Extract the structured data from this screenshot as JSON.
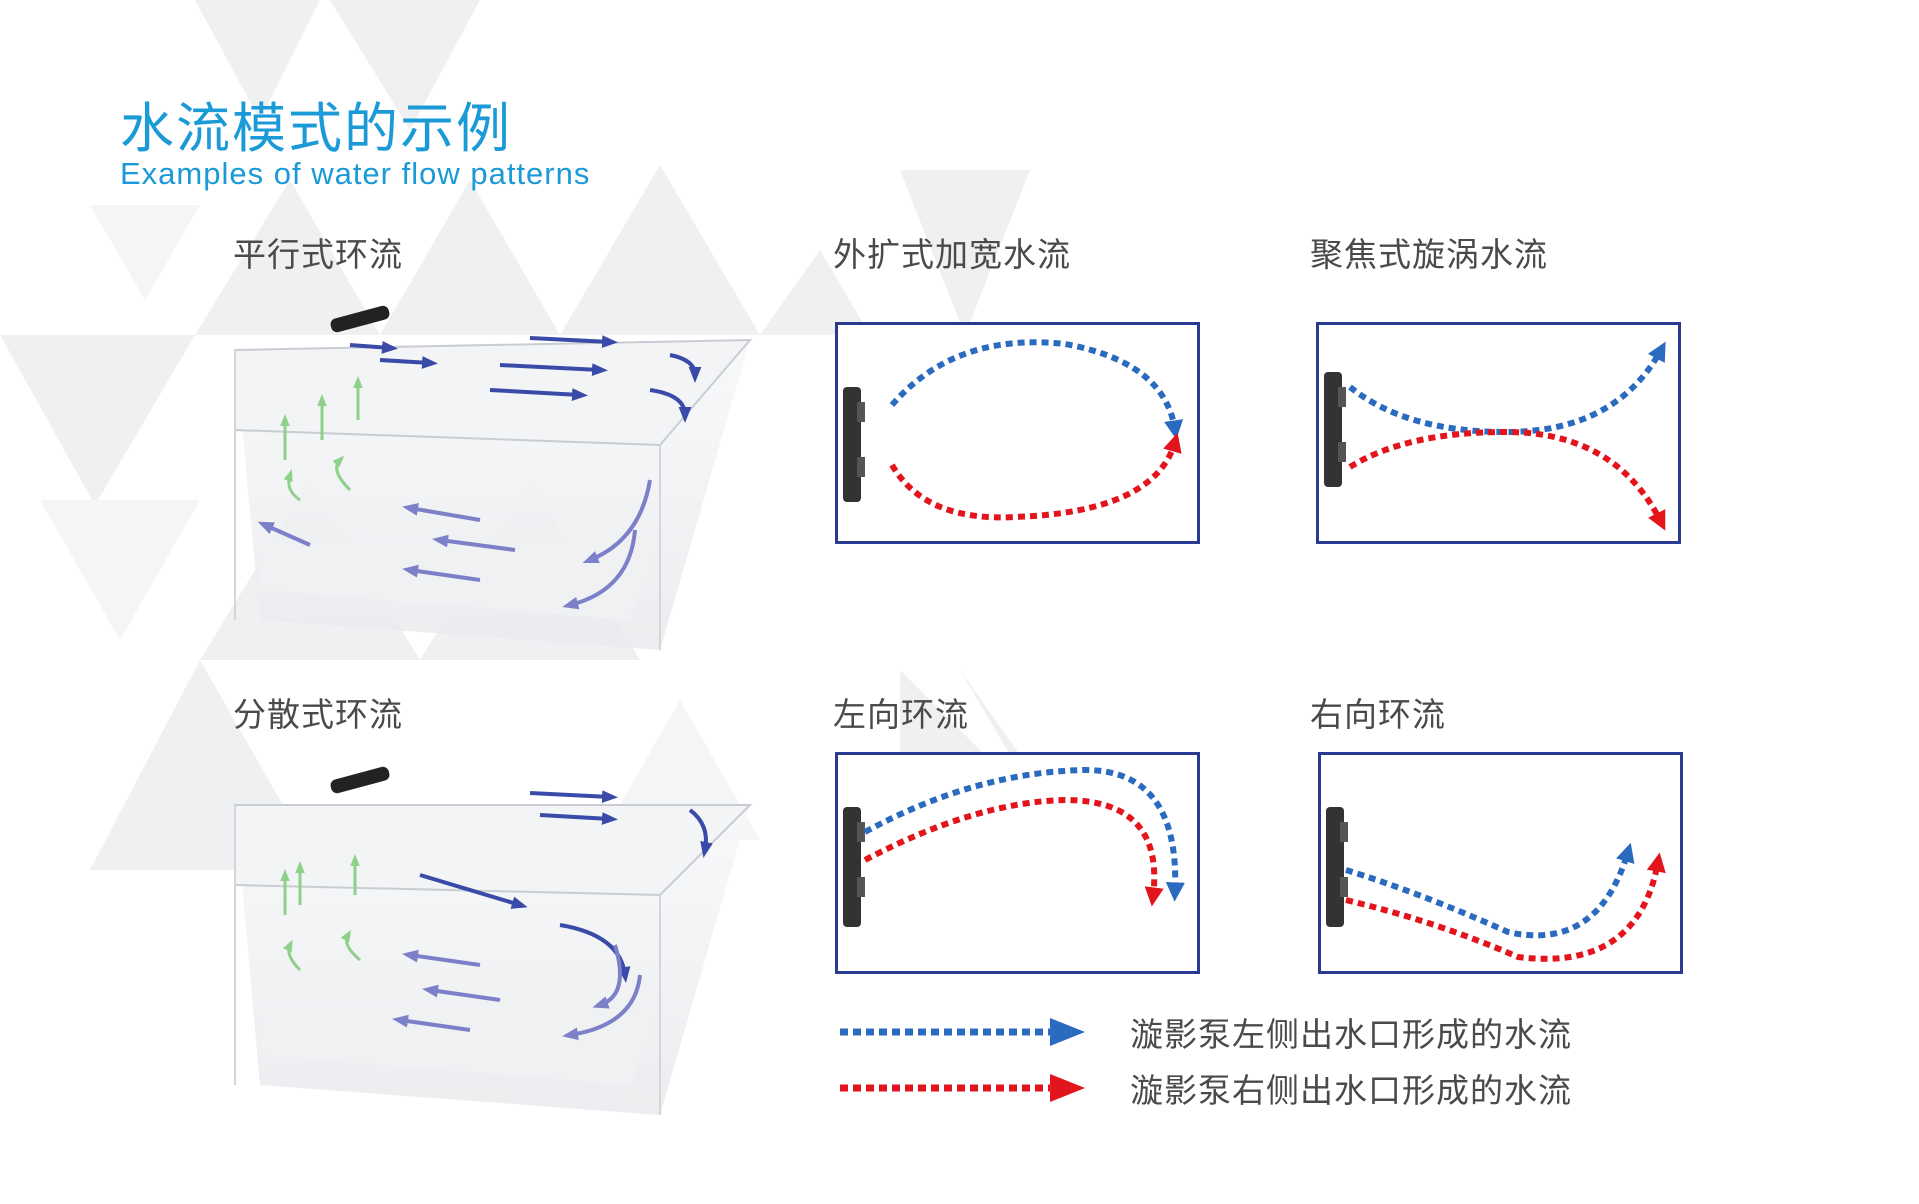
{
  "title": "水流模式的示例",
  "subtitle": "Examples of water flow patterns",
  "patterns": [
    {
      "label": "平行式环流"
    },
    {
      "label": "外扩式加宽水流"
    },
    {
      "label": "聚焦式旋涡水流"
    },
    {
      "label": "分散式环流"
    },
    {
      "label": "左向环流"
    },
    {
      "label": "右向环流"
    }
  ],
  "legend": [
    {
      "label": "漩影泵左侧出水口形成的水流",
      "color": "#2a6bbf"
    },
    {
      "label": "漩影泵右侧出水口形成的水流",
      "color": "#e3151c"
    }
  ],
  "colors": {
    "accent": "#1a9ad6",
    "frame": "#283a92",
    "blue_flow": "#2a6bbf",
    "red_flow": "#e3151c",
    "tank_blue": "#3a4aa8",
    "tank_green": "#8fd08a"
  }
}
